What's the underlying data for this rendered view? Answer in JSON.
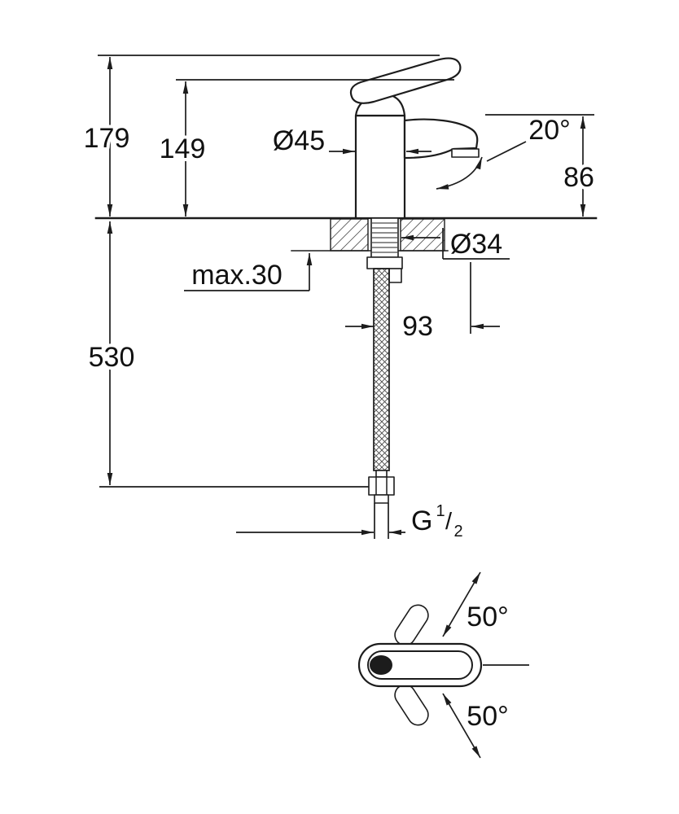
{
  "colors": {
    "ink": "#1c1c1c",
    "paper": "#ffffff"
  },
  "dimensions": {
    "total_height": "179",
    "height_to_spout": "149",
    "body_diameter": "Ø45",
    "spout_angle": "20°",
    "spout_height": "86",
    "deck_thickness": "max.30",
    "hole_diameter": "Ø34",
    "hose_reach": "93",
    "hose_length": "530",
    "swivel_up": "50°",
    "swivel_down": "50°",
    "thread": {
      "prefix": "G",
      "numerator": "1",
      "slash": "/",
      "denominator": "2"
    }
  }
}
